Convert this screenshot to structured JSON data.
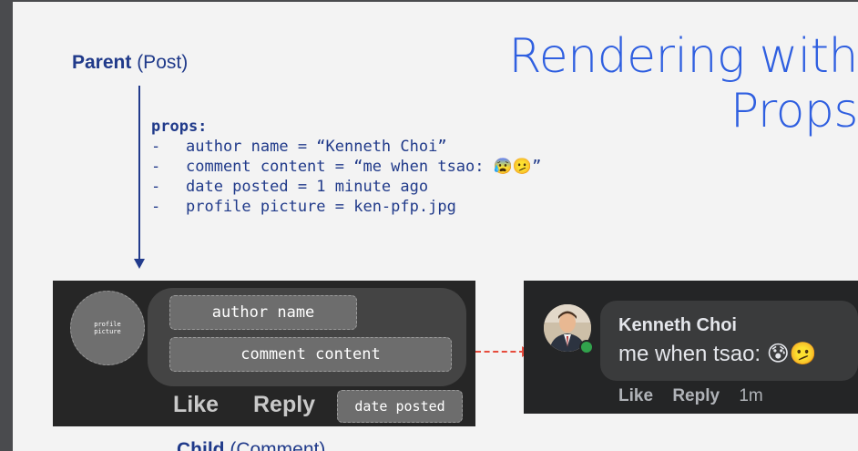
{
  "title": {
    "line1": "Rendering with",
    "line2": "Props"
  },
  "parent": {
    "bold": "Parent",
    "rest": " (Post)"
  },
  "props": {
    "heading": "props:",
    "items": [
      "author name = “Kenneth Choi”",
      "comment content = “me when tsao: 😰🫤”",
      "date posted = 1 minute ago",
      "profile picture = ken-pfp.jpg"
    ]
  },
  "child_wireframe": {
    "pfp_label": "profile picture",
    "author": "author name",
    "content": "comment content",
    "like": "Like",
    "reply": "Reply",
    "date": "date posted"
  },
  "child_label": {
    "bold": "Child",
    "rest": " (Comment)"
  },
  "rendered": {
    "name": "Kenneth Choi",
    "message": "me when tsao: 😰🫤",
    "like": "Like",
    "reply": "Reply",
    "time": "1m"
  },
  "colors": {
    "accent": "#2f5fe0",
    "text_dark": "#203a8a",
    "connector": "#e64b3c",
    "online": "#31a24c"
  }
}
